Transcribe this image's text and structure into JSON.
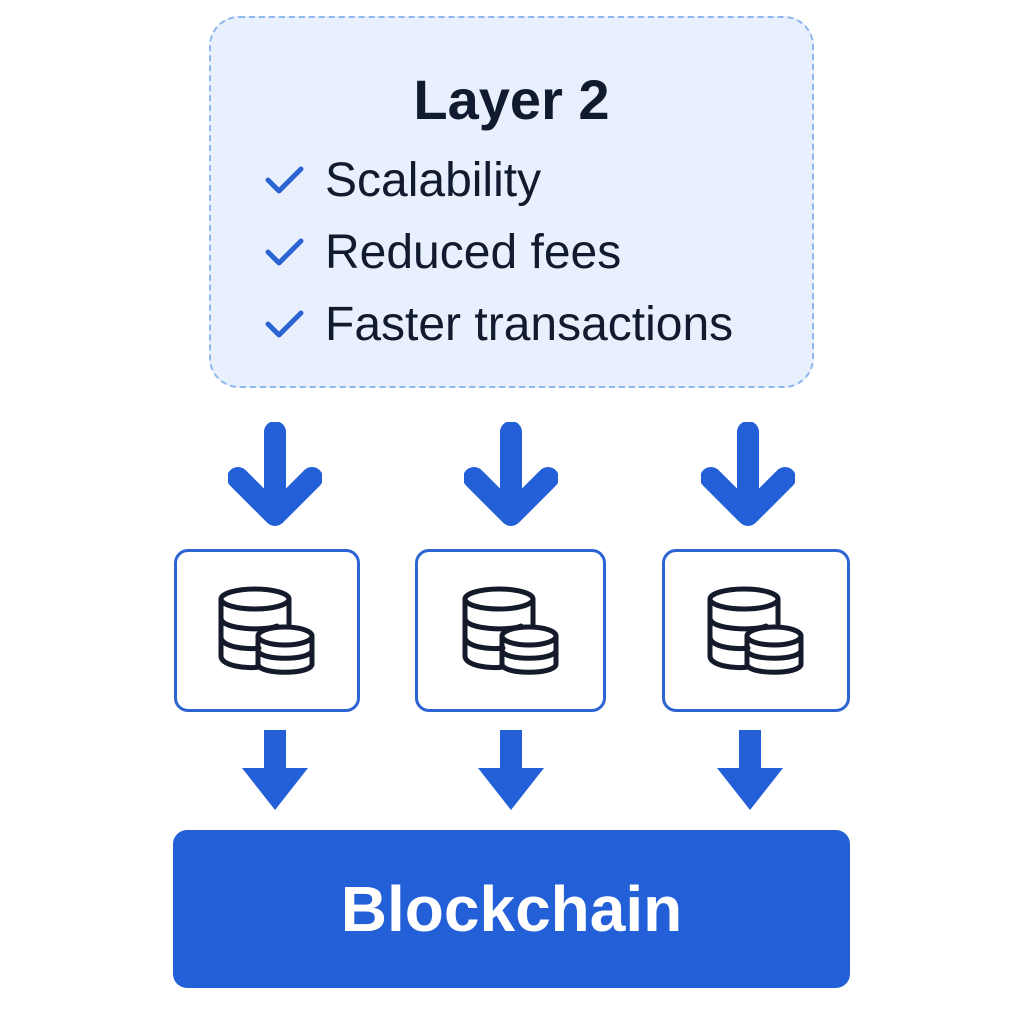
{
  "layer2": {
    "title": "Layer 2",
    "benefits": [
      "Scalability",
      "Reduced fees",
      "Faster transactions"
    ]
  },
  "blockchain": {
    "label": "Blockchain"
  },
  "icons": {
    "benefit": "check-icon",
    "node": "database-coins-icon",
    "flow": "arrow-down-icon"
  },
  "colors": {
    "accent": "#2360d8",
    "layer_fill": "#e8f0fd",
    "layer_border": "#8fb6ee",
    "text": "#111a2e"
  }
}
